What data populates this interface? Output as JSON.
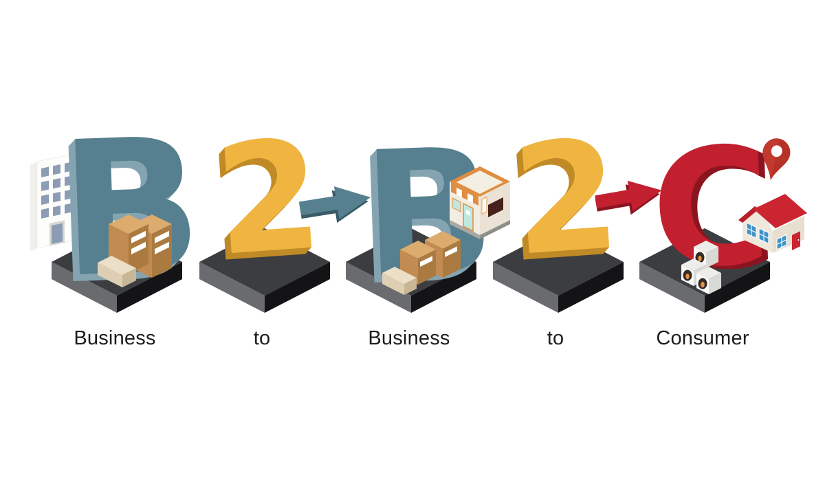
{
  "stations": [
    {
      "letter": "B",
      "label": "Business",
      "icons": [
        "office-building-icon",
        "cardboard-boxes-icon"
      ]
    },
    {
      "letter": "2",
      "label": "to",
      "icons": []
    },
    {
      "letter": "B",
      "label": "Business",
      "icons": [
        "storefront-icon",
        "cardboard-boxes-icon"
      ]
    },
    {
      "letter": "2",
      "label": "to",
      "icons": []
    },
    {
      "letter": "C",
      "label": "Consumer",
      "icons": [
        "product-packages-icon",
        "house-icon",
        "location-pin-icon"
      ]
    }
  ],
  "arrows": [
    {
      "name": "arrow-b-to-b",
      "direction": "right",
      "color": "#56808f"
    },
    {
      "name": "arrow-2-to-c",
      "direction": "right",
      "color": "#c3202f"
    }
  ],
  "palette": {
    "slate": "#56808f",
    "slateLight": "#84a4b1",
    "slateDark": "#3a5a68",
    "gold": "#f0b541",
    "goldDark": "#c08a26",
    "red": "#c3202f",
    "redDark": "#8c1520",
    "platformTop": "#3b3d40",
    "platformLeft": "#696b6e",
    "platformRight": "#141416",
    "text": "#1d1d1d",
    "background": "#ffffff"
  }
}
